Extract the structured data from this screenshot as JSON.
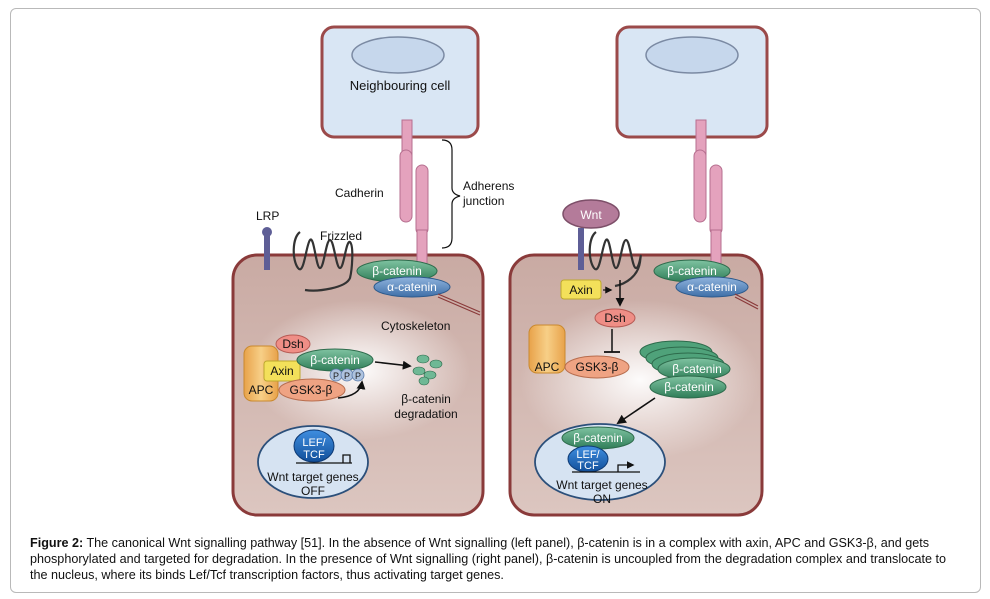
{
  "colors": {
    "cell_fill": "#d7bdb6",
    "cell_stroke": "#8a3a3a",
    "neighbour_fill": "#d9e6f4",
    "cadherin": "#e4a2bd",
    "beta_catenin": "#3e8f6a",
    "alpha_catenin": "#4c7fb8",
    "axin": "#f3e05a",
    "apc": "#f2b96a",
    "dsh": "#ef8e86",
    "gsk3": "#efa383",
    "nucleus": "#d6e3f2",
    "lef_tcf": "#1f64b5",
    "wnt": "#b47b9a",
    "lrp": "#5e5e96"
  },
  "labels": {
    "neighbouring_cell": "Neighbouring cell",
    "cadherin": "Cadherin",
    "adherens_line1": "Adherens",
    "adherens_line2": "junction",
    "lrp": "LRP",
    "frizzled": "Frizzled",
    "wnt": "Wnt",
    "beta_catenin": "β-catenin",
    "alpha_catenin": "α-catenin",
    "cytoskeleton": "Cytoskeleton",
    "dsh": "Dsh",
    "axin": "Axin",
    "apc": "APC",
    "gsk3b": "GSK3-β",
    "p": "P",
    "degradation_line1": "β-catenin",
    "degradation_line2": "degradation",
    "lef_line1": "LEF/",
    "lef_line2": "TCF",
    "target_genes": "Wnt target genes",
    "off": "OFF",
    "on": "ON"
  },
  "caption": {
    "prefix": "Figure 2:",
    "text": " The canonical Wnt signalling pathway [51]. In the absence of Wnt signalling (left panel), β-catenin is in a complex with axin, APC and GSK3-β, and gets phosphorylated and targeted for degradation. In the presence of Wnt signalling (right panel), β-catenin is uncoupled from the degradation complex and translocate to the nucleus, where its binds Lef/Tcf transcription factors, thus activating target genes."
  }
}
